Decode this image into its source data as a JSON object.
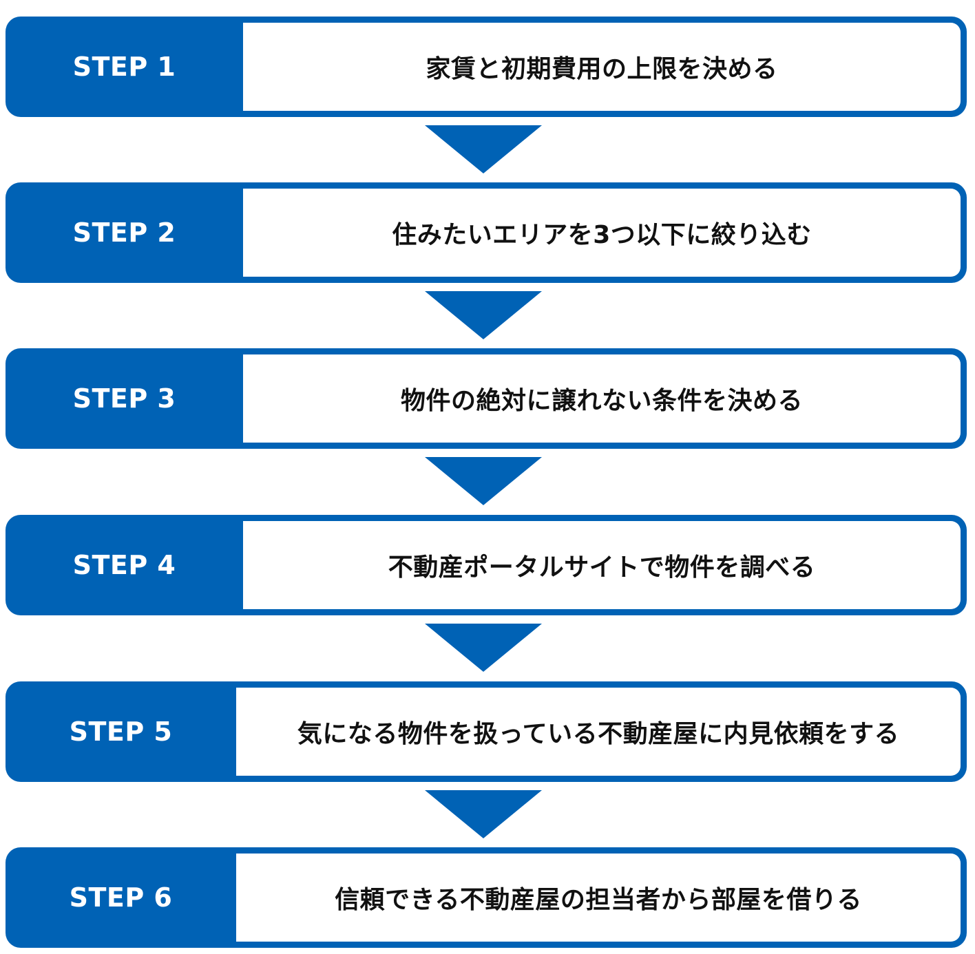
{
  "colors": {
    "accent": "#0062b5",
    "text": "#111111",
    "background": "#ffffff"
  },
  "icons": {
    "connector": "chevron-down-icon"
  },
  "steps": [
    {
      "label": "STEP 1",
      "text": "家賃と初期費用の上限を決める"
    },
    {
      "label": "STEP 2",
      "text": "住みたいエリアを3つ以下に絞り込む"
    },
    {
      "label": "STEP 3",
      "text": "物件の絶対に譲れない条件を決める"
    },
    {
      "label": "STEP 4",
      "text": "不動産ポータルサイトで物件を調べる"
    },
    {
      "label": "STEP 5",
      "text": "気になる物件を扱っている不動産屋に内見依頼をする"
    },
    {
      "label": "STEP 6",
      "text": "信頼できる不動産屋の担当者から部屋を借りる"
    }
  ]
}
